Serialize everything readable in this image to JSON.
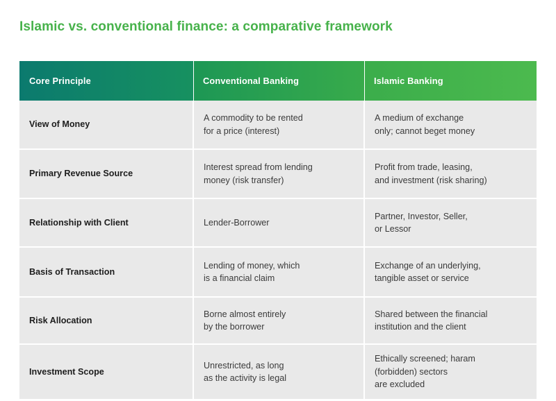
{
  "title": "Islamic vs. conventional finance: a comparative framework",
  "colors": {
    "title_green": "#47b24b",
    "header_start": "#0b7a6e",
    "header_end": "#4cba4e",
    "cell_background": "#e9e9e9",
    "page_background": "#ffffff",
    "body_text": "#3a3a3a",
    "principle_text": "#1d1d1d"
  },
  "table": {
    "headers": [
      "Core Principle",
      "Conventional Banking",
      "Islamic Banking"
    ],
    "rows": [
      {
        "principle": "View of Money",
        "conventional": [
          "A commodity to be rented",
          "for a price (interest)"
        ],
        "islamic": [
          "A medium of exchange",
          "only; cannot beget money"
        ]
      },
      {
        "principle": "Primary Revenue Source",
        "conventional": [
          "Interest spread from lending",
          "money (risk transfer)"
        ],
        "islamic": [
          "Profit from trade, leasing,",
          "and investment (risk sharing)"
        ]
      },
      {
        "principle": "Relationship with Client",
        "conventional": [
          "Lender-Borrower"
        ],
        "islamic": [
          "Partner, Investor, Seller,",
          "or Lessor"
        ]
      },
      {
        "principle": "Basis of Transaction",
        "conventional": [
          "Lending of money, which",
          "is a financial claim"
        ],
        "islamic": [
          "Exchange of an underlying,",
          "tangible asset or service"
        ]
      },
      {
        "principle": "Risk Allocation",
        "conventional": [
          "Borne almost entirely",
          "by the borrower"
        ],
        "islamic": [
          "Shared between the financial",
          "institution and the client"
        ]
      },
      {
        "principle": "Investment Scope",
        "conventional": [
          "Unrestricted, as long",
          "as the activity is legal"
        ],
        "islamic": [
          "Ethically screened; haram",
          "(forbidden) sectors",
          "are excluded"
        ]
      }
    ]
  }
}
